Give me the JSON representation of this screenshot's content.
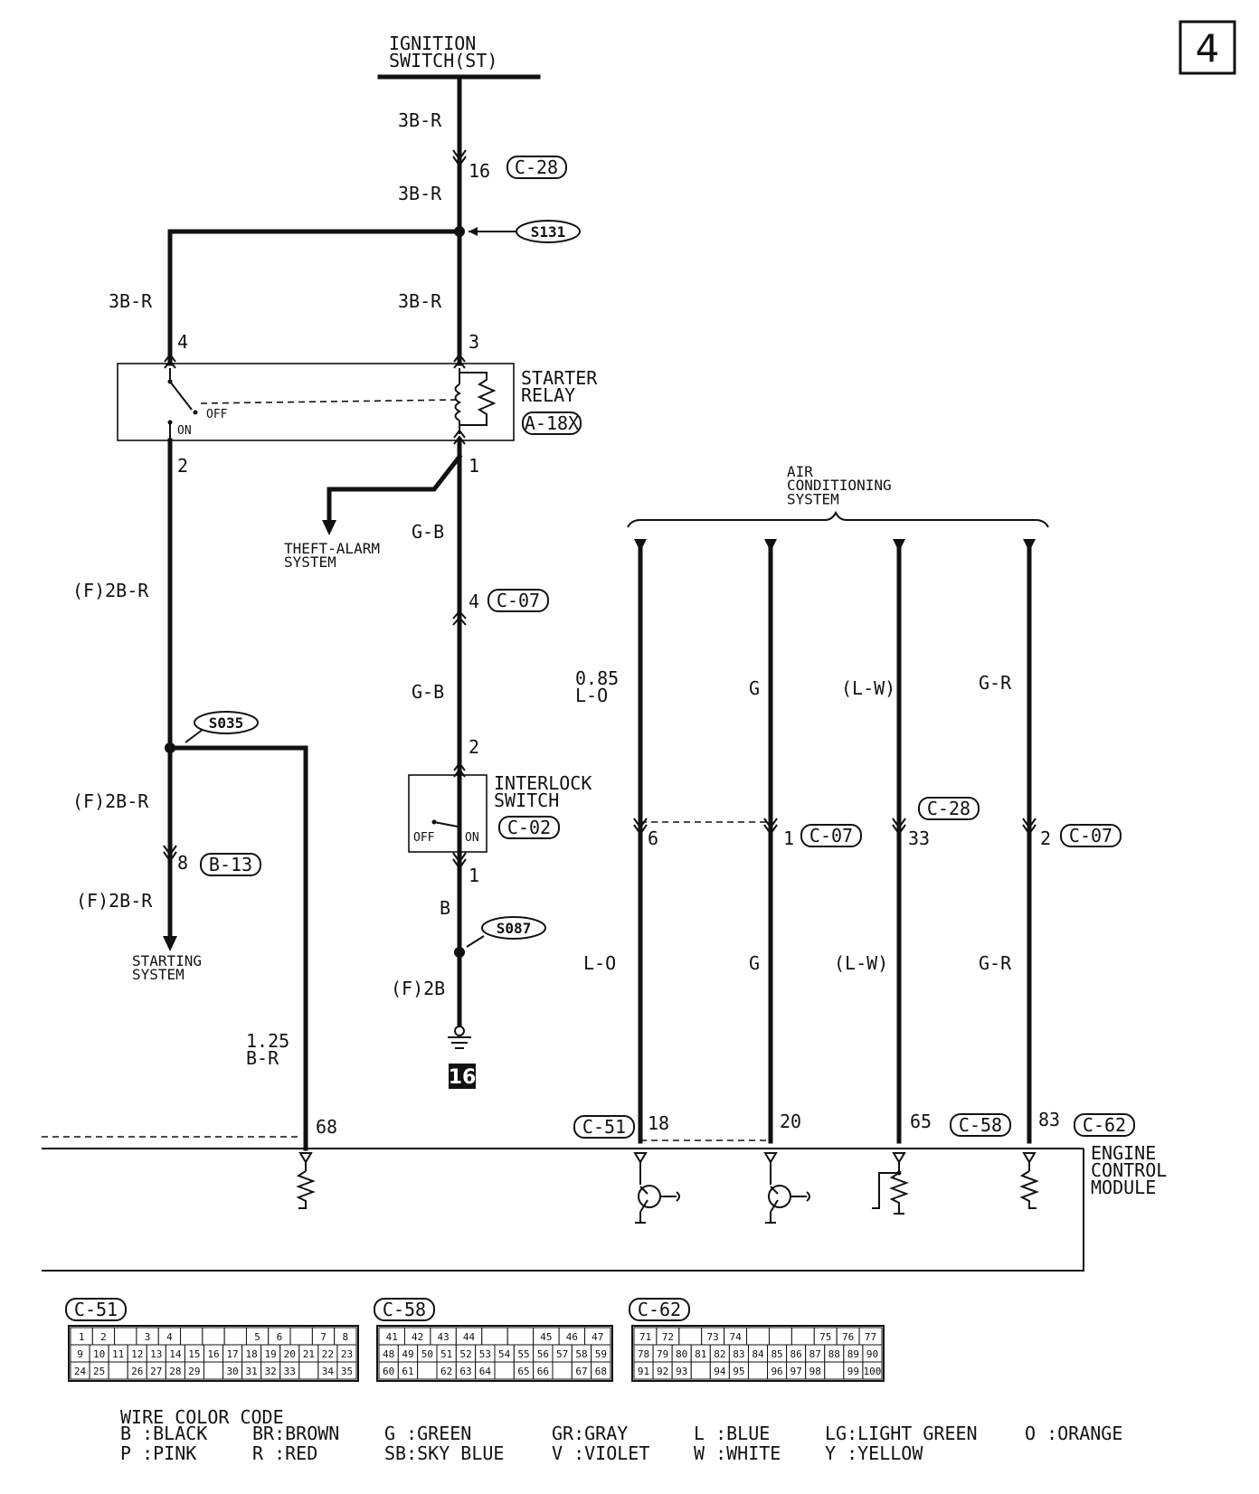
{
  "page_number": "4",
  "ignition_switch": "IGNITION\nSWITCH(ST)",
  "starter_relay": {
    "name": "STARTER\nRELAY",
    "connector": "A-18X",
    "off": "OFF",
    "on": "ON",
    "pins": [
      "4",
      "3",
      "2",
      "1"
    ]
  },
  "interlock_switch": {
    "name": "INTERLOCK\nSWITCH",
    "connector": "C-02",
    "off": "OFF",
    "on": "ON",
    "pins": [
      "2",
      "1"
    ]
  },
  "splices": [
    "S131",
    "S035",
    "S087"
  ],
  "destinations": {
    "theft_alarm": "THEFT-ALARM\nSYSTEM",
    "starting_system": "STARTING\nSYSTEM",
    "air_conditioning": "AIR\nCONDITIONING\nSYSTEM"
  },
  "engine_control_module": "ENGINE\nCONTROL\nMODULE",
  "ground_number": "16",
  "wire_labels": {
    "w_3br_a": "3B-R",
    "w_3br_b": "3B-R",
    "w_3br_c": "3B-R",
    "w_3br_d": "3B-R",
    "w_f2br_a": "(F)2B-R",
    "w_f2br_b": "(F)2B-R",
    "w_f2br_c": "(F)2B-R",
    "w_gb_a": "G-B",
    "w_gb_b": "G-B",
    "w_b": "B",
    "w_f2b": "(F)2B",
    "w_125": "1.25\nB-R",
    "w_085": "0.85\nL-O",
    "w_lo": "L-O",
    "w_g_a": "G",
    "w_g_b": "G",
    "w_lw_a": "(L-W)",
    "w_lw_b": "(L-W)",
    "w_gr_a": "G-R",
    "w_gr_b": "G-R"
  },
  "pin_labels": {
    "p16": "16",
    "p4c07": "4",
    "p8": "8",
    "p6": "6",
    "p1c07": "1",
    "p33": "33",
    "p2c07": "2",
    "p68": "68",
    "p18": "18",
    "p20": "20",
    "p65": "65",
    "p83": "83"
  },
  "connector_tags": {
    "c28_top": "C-28",
    "c07_mid": "C-07",
    "b13": "B-13",
    "c07_a": "C-07",
    "c28_ac": "C-28",
    "c07_b": "C-07",
    "c51": "C-51",
    "c58": "C-58",
    "c62": "C-62"
  },
  "connector_tables": {
    "c51": {
      "title": "C-51",
      "rows": [
        [
          "1",
          "2",
          "",
          "3",
          "4",
          "",
          "",
          "",
          "5",
          "6",
          "",
          "7",
          "8"
        ],
        [
          "9",
          "10",
          "11",
          "12",
          "13",
          "14",
          "15",
          "16",
          "17",
          "18",
          "19",
          "20",
          "21",
          "22",
          "23"
        ],
        [
          "24",
          "25",
          "",
          "26",
          "27",
          "28",
          "29",
          "",
          "30",
          "31",
          "32",
          "33",
          "",
          "34",
          "35"
        ]
      ]
    },
    "c58": {
      "title": "C-58",
      "rows": [
        [
          "41",
          "42",
          "43",
          "44",
          "",
          "",
          "45",
          "46",
          "47"
        ],
        [
          "48",
          "49",
          "50",
          "51",
          "52",
          "53",
          "54",
          "55",
          "56",
          "57",
          "58",
          "59"
        ],
        [
          "60",
          "61",
          "",
          "62",
          "63",
          "64",
          "",
          "65",
          "66",
          "",
          "67",
          "68"
        ]
      ]
    },
    "c62": {
      "title": "C-62",
      "rows": [
        [
          "71",
          "72",
          "",
          "73",
          "74",
          "",
          "",
          "",
          "75",
          "76",
          "77"
        ],
        [
          "78",
          "79",
          "80",
          "81",
          "82",
          "83",
          "84",
          "85",
          "86",
          "87",
          "88",
          "89",
          "90"
        ],
        [
          "91",
          "92",
          "93",
          "",
          "94",
          "95",
          "",
          "96",
          "97",
          "98",
          "",
          "99",
          "100"
        ]
      ]
    }
  },
  "wire_color_code": {
    "title": "WIRE COLOR CODE",
    "entries": [
      "B :BLACK",
      "BR:BROWN",
      "G :GREEN",
      "GR:GRAY",
      "L :BLUE",
      "LG:LIGHT GREEN",
      "O :ORANGE",
      "P :PINK",
      "R :RED",
      "SB:SKY BLUE",
      "V :VIOLET",
      "W :WHITE",
      "Y :YELLOW"
    ]
  }
}
